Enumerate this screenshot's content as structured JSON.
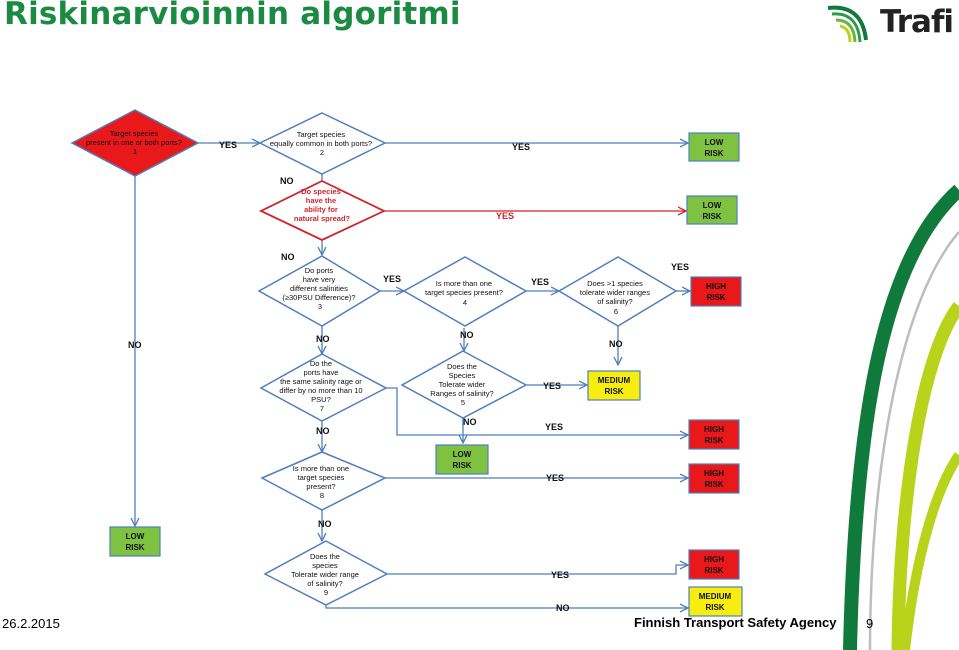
{
  "header": {
    "title": "Riskinarvioinnin algoritmi",
    "logo_text": "Trafi"
  },
  "footer": {
    "date": "26.2.2015",
    "agency": "Finnish Transport Safety Agency",
    "page": "9"
  },
  "colors": {
    "title": "#1b8a43",
    "green_box": "#7fc241",
    "red_box": "#e8181b",
    "yellow_box": "#f7ee10",
    "arrow": "#4f7fbd",
    "diamond_stroke": "#4f7fbd",
    "red_diamond_stroke": "#d2232a",
    "logo_dark_green": "#0f7a3c",
    "logo_lime": "#b7d31a"
  },
  "nodes": {
    "d1": {
      "lines": [
        "Target species",
        "present in one or both ports?",
        "1"
      ]
    },
    "d2": {
      "lines": [
        "Target species",
        "equally common in both ports?",
        "2"
      ]
    },
    "dns": {
      "lines": [
        "Do species",
        "have the",
        "ability for",
        "natural spread?"
      ]
    },
    "d3": {
      "lines": [
        "Do ports",
        "have very",
        "different salinities",
        "(≥30PSU Difference)?",
        "3"
      ]
    },
    "d4": {
      "lines": [
        "Is more than one",
        "target species present?",
        "4"
      ]
    },
    "d6": {
      "lines": [
        "Does >1 species",
        "tolerate wider ranges",
        "of salinity?",
        "6"
      ]
    },
    "d7": {
      "lines": [
        "Do the",
        "ports have",
        "the same salinity rage or",
        "differ by no more than 10",
        "PSU?",
        "7"
      ]
    },
    "d5": {
      "lines": [
        "Does the",
        "Species",
        "Tolerate wider",
        "Ranges of salinity?",
        "5"
      ]
    },
    "d8": {
      "lines": [
        "Is more than one",
        "target species",
        "present?",
        "8"
      ]
    },
    "d9": {
      "lines": [
        "Does the",
        "species",
        "Tolerate wider range",
        "of salinity?",
        "9"
      ]
    },
    "b1": {
      "lines": [
        "LOW",
        "RISK"
      ]
    },
    "b2": {
      "lines": [
        "LOW",
        "RISK"
      ]
    },
    "b3": {
      "lines": [
        "HIGH",
        "RISK"
      ]
    },
    "b4": {
      "lines": [
        "MEDIUM",
        "RISK"
      ]
    },
    "b5": {
      "lines": [
        "HIGH",
        "RISK"
      ]
    },
    "b6": {
      "lines": [
        "LOW",
        "RISK"
      ]
    },
    "b7": {
      "lines": [
        "HIGH",
        "RISK"
      ]
    },
    "b8": {
      "lines": [
        "LOW",
        "RISK"
      ]
    },
    "b9": {
      "lines": [
        "HIGH",
        "RISK"
      ]
    },
    "b10": {
      "lines": [
        "MEDIUM",
        "RISK"
      ]
    }
  },
  "labels": {
    "yes1": "YES",
    "yes2": "YES",
    "yes_ns": "YES",
    "no_ns": "NO",
    "no_d3": "NO",
    "yes3": "YES",
    "yes4": "YES",
    "yes6": "YES",
    "no1": "NO",
    "no3": "NO",
    "no4": "NO",
    "no6": "NO",
    "yes5": "YES",
    "no5": "NO",
    "no7": "NO",
    "yes7": "YES",
    "yes8": "YES",
    "no8": "NO",
    "yes9": "YES",
    "no9": "NO"
  }
}
